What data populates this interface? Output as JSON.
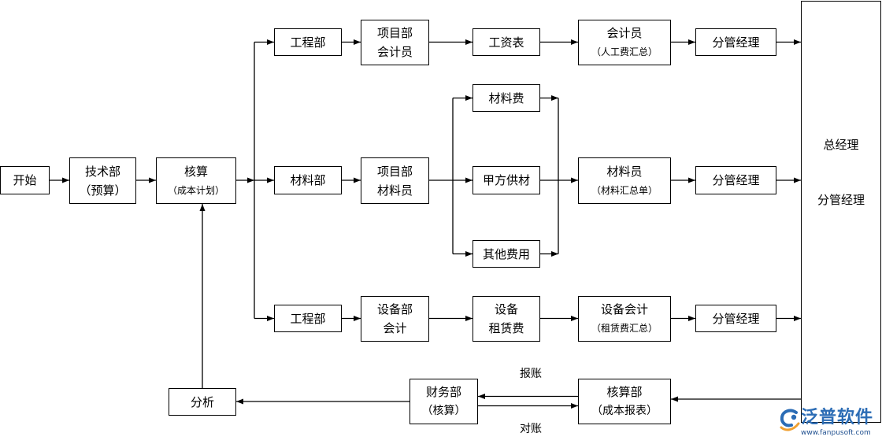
{
  "colors": {
    "line": "#000000",
    "logo_blue": "#2b6cb5",
    "logo_dark": "#1f4f8f",
    "logo_orange": "#f0a030"
  },
  "nodes": {
    "start": {
      "lines": [
        "开始"
      ]
    },
    "tech": {
      "lines": [
        "技术部",
        "（预算）"
      ]
    },
    "plan": {
      "lines": [
        "核算",
        "（成本计划）"
      ]
    },
    "eng1": {
      "lines": [
        "工程部"
      ]
    },
    "projAcct": {
      "lines": [
        "项目部",
        "会计员"
      ]
    },
    "payroll": {
      "lines": [
        "工资表"
      ]
    },
    "laborAcct": {
      "lines": [
        "会计员",
        "（人工费汇总）"
      ]
    },
    "mgr1": {
      "lines": [
        "分管经理"
      ]
    },
    "matDept": {
      "lines": [
        "材料部"
      ]
    },
    "projMat": {
      "lines": [
        "项目部",
        "材料员"
      ]
    },
    "matFee": {
      "lines": [
        "材料费"
      ]
    },
    "ownerSupply": {
      "lines": [
        "甲方供材"
      ]
    },
    "otherFee": {
      "lines": [
        "其他费用"
      ]
    },
    "matClerk": {
      "lines": [
        "材料员",
        "（材料汇总单）"
      ]
    },
    "mgr2": {
      "lines": [
        "分管经理"
      ]
    },
    "eng3": {
      "lines": [
        "工程部"
      ]
    },
    "equipAcct": {
      "lines": [
        "设备部",
        "会计"
      ]
    },
    "equipRent": {
      "lines": [
        "设备",
        "租赁费"
      ]
    },
    "equipAccountant": {
      "lines": [
        "设备会计",
        "（租赁费汇总）"
      ]
    },
    "mgr3": {
      "lines": [
        "分管经理"
      ]
    },
    "gm": {
      "lines": [
        "总经理",
        "分管经理"
      ]
    },
    "costDept": {
      "lines": [
        "核算部",
        "（成本报表）"
      ]
    },
    "finance": {
      "lines": [
        "财务部",
        "（核算）"
      ]
    },
    "analysis": {
      "lines": [
        "分析"
      ]
    }
  },
  "edge_labels": {
    "reimburse": "报账",
    "reconcile": "对账"
  },
  "logo": {
    "name": "泛普软件",
    "url": "www.fanpusoft.com"
  }
}
